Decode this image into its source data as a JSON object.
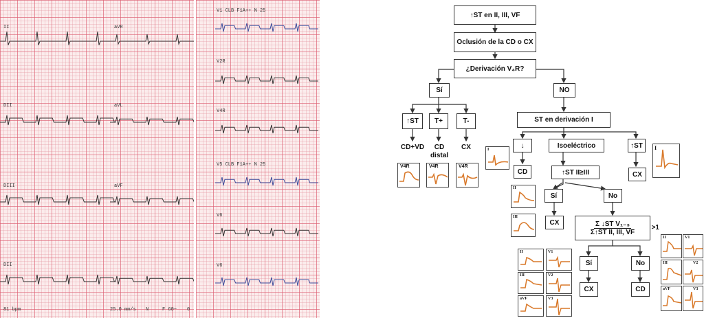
{
  "ecg_left": {
    "leads": [
      "II",
      "aVR",
      "DII",
      "aVL",
      "DIII",
      "aVF",
      "DII"
    ],
    "footer": [
      "81 bpm",
      "25.0 mm/s",
      "N",
      "F 60~",
      "0"
    ]
  },
  "ecg_right": {
    "leads": [
      "V1 CLB F1A++ N 25",
      "V2R",
      "V4R",
      "V5 CLB F1A++ N 25",
      "V6",
      "V6"
    ]
  },
  "flow": {
    "n1": "↑ST en II, III, VF",
    "n2": "Oclusión de la CD o CX",
    "n3": "¿Derivación V₄R?",
    "si1": "Sí",
    "no1": "NO",
    "st_up": "↑ST",
    "t_pos": "T+",
    "t_neg": "T-",
    "r_cdvd": "CD+VD",
    "r_cd_distal_1": "CD",
    "r_cd_distal_2": "distal",
    "r_cx": "CX",
    "thumb_v4r": "V4R",
    "st_der_i": "ST en derivación I",
    "down": "↓",
    "iso": "Isoeléctrico",
    "up_st": "↑ST",
    "cd": "CD",
    "cx": "CX",
    "st_ii_iii": "↑ST II≥III",
    "si2": "Sí",
    "no2": "No",
    "cx2": "CX",
    "ratio_num": "Σ ↓ST V₁₋₃",
    "ratio_den": "Σ↑ST II, III, VF",
    "ratio_gt": ">1",
    "si3": "Sí",
    "no3": "No",
    "cx3": "CX",
    "cd3": "CD",
    "lead_i": "I",
    "lead_ii": "II",
    "lead_iii": "III",
    "lead_avf": "aVF",
    "lead_v1": "V1",
    "lead_v2": "V2",
    "lead_v3": "V3"
  }
}
